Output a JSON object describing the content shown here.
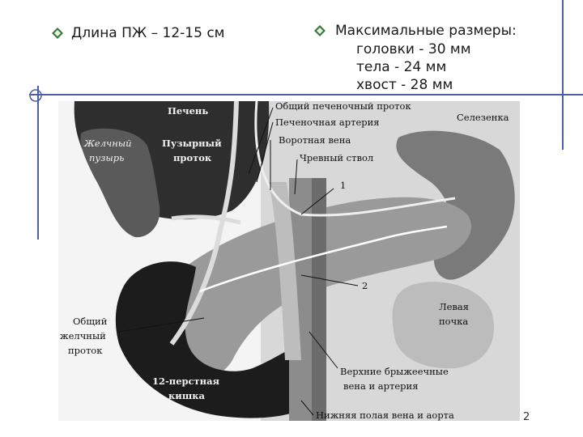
{
  "header": {
    "left_title": "Длина ПЖ – 12-15 см",
    "right_title": "Максимальные размеры:",
    "dims": [
      "головки - 30 мм",
      "тела - 24 мм",
      "хвост - 28 мм"
    ]
  },
  "figure": {
    "labels": {
      "liver": "Печень",
      "gallbladder_1": "Желчный",
      "gallbladder_2": "пузырь",
      "cystic_duct_1": "Пузырный",
      "cystic_duct_2": "проток",
      "common_hepatic_duct": "Общий печеночный проток",
      "hepatic_artery": "Печеночная артерия",
      "spleen": "Селезенка",
      "portal_vein": "Воротная вена",
      "celiac_trunk": "Чревный ствол",
      "num_1": "1",
      "num_2": "2",
      "left_kidney_1": "Левая",
      "left_kidney_2": "почка",
      "common_bile_duct_1": "Общий",
      "common_bile_duct_2": "желчный",
      "common_bile_duct_3": "проток",
      "duodenum_1": "12-перстная",
      "duodenum_2": "кишка",
      "mesenteric_1": "Верхние брыжеечные",
      "mesenteric_2": "вена и артерия",
      "ivc_aorta": "Нижняя полая вена и аорта"
    }
  },
  "page_number": "2",
  "colors": {
    "accent": "#4a5fa8",
    "bullet": "#3a7a3a"
  }
}
